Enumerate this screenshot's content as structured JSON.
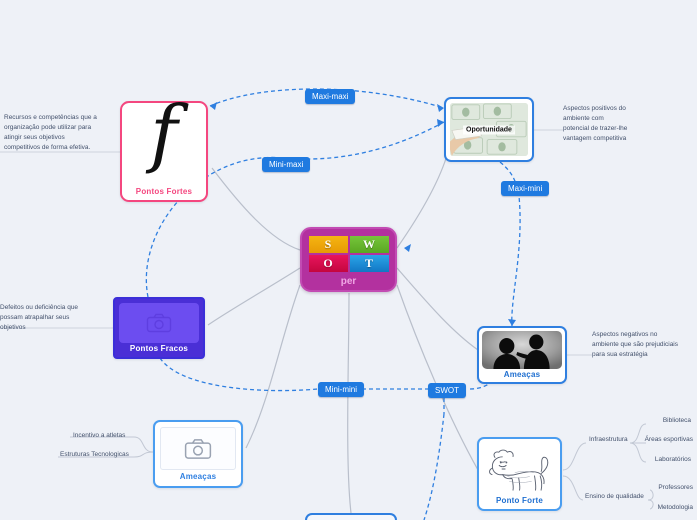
{
  "map": {
    "background_color": "#eef1f7",
    "accent_color": "#1f7ae0"
  },
  "center": {
    "name": "center-swot-node",
    "quadrants": [
      {
        "key": "S",
        "color": "#f5b512"
      },
      {
        "key": "W",
        "color": "#76c63b"
      },
      {
        "key": "O",
        "color": "#e8145c"
      },
      {
        "key": "T",
        "color": "#2aa4e8"
      }
    ],
    "caption": "per",
    "color": "#b3319f"
  },
  "nodes": {
    "pontos_fortes": {
      "caption": "Pontos Fortes",
      "border_color": "#f4477f",
      "glyph": "f",
      "description": "Recursos e competências que a\norganização pode utilizar para\natingir seus objetivos\ncompetitivos de forma efetiva."
    },
    "pontos_fracos": {
      "caption": "Pontos Fracos",
      "border_color": "#3b2fd8",
      "icon": "camera-placeholder-icon",
      "description": "Defeitos ou deficiência que\npossam atrapalhar seus\nobjetivos"
    },
    "oportunidade": {
      "caption": "Oportunidade",
      "border_color": "#2f7fe0",
      "image": "money-photo",
      "description": "Aspectos positivos do\nambiente com\npotencial de trazer-lhe\nvantagem competitiva"
    },
    "ameacas_photo": {
      "caption": "Ameaças",
      "border_color": "#2f7fe0",
      "image": "two-silhouettes-photo",
      "description": "Aspectos negativos no\nambiente que são prejudiciais\npara sua estratégia"
    },
    "ameacas_placeholder": {
      "caption": "Ameaças",
      "border_color": "#4a9df0",
      "icon": "camera-placeholder-icon"
    },
    "ponto_forte": {
      "caption": "Ponto Forte",
      "border_color": "#4a9df0",
      "image": "lion-engraving"
    }
  },
  "tags": [
    {
      "id": "maxi-maxi",
      "label": "Maxi-maxi"
    },
    {
      "id": "mini-maxi",
      "label": "Mini-maxi"
    },
    {
      "id": "maxi-mini",
      "label": "Maxi-mini"
    },
    {
      "id": "mini-mini",
      "label": "Mini-mini"
    },
    {
      "id": "swot",
      "label": "SWOT"
    }
  ],
  "leaves": {
    "incentivo": "Incentivo a atletas",
    "estruturas": "Estruturas Tecnologicas",
    "infraestrutura": "Infraestrutura",
    "biblioteca": "Biblioteca",
    "areas_esportivas": "Áreas esportivas",
    "laboratorios": "Laboratórios",
    "ensino": "Ensino de qualidade",
    "professores": "Professores",
    "metodologia": "Metodologia"
  }
}
